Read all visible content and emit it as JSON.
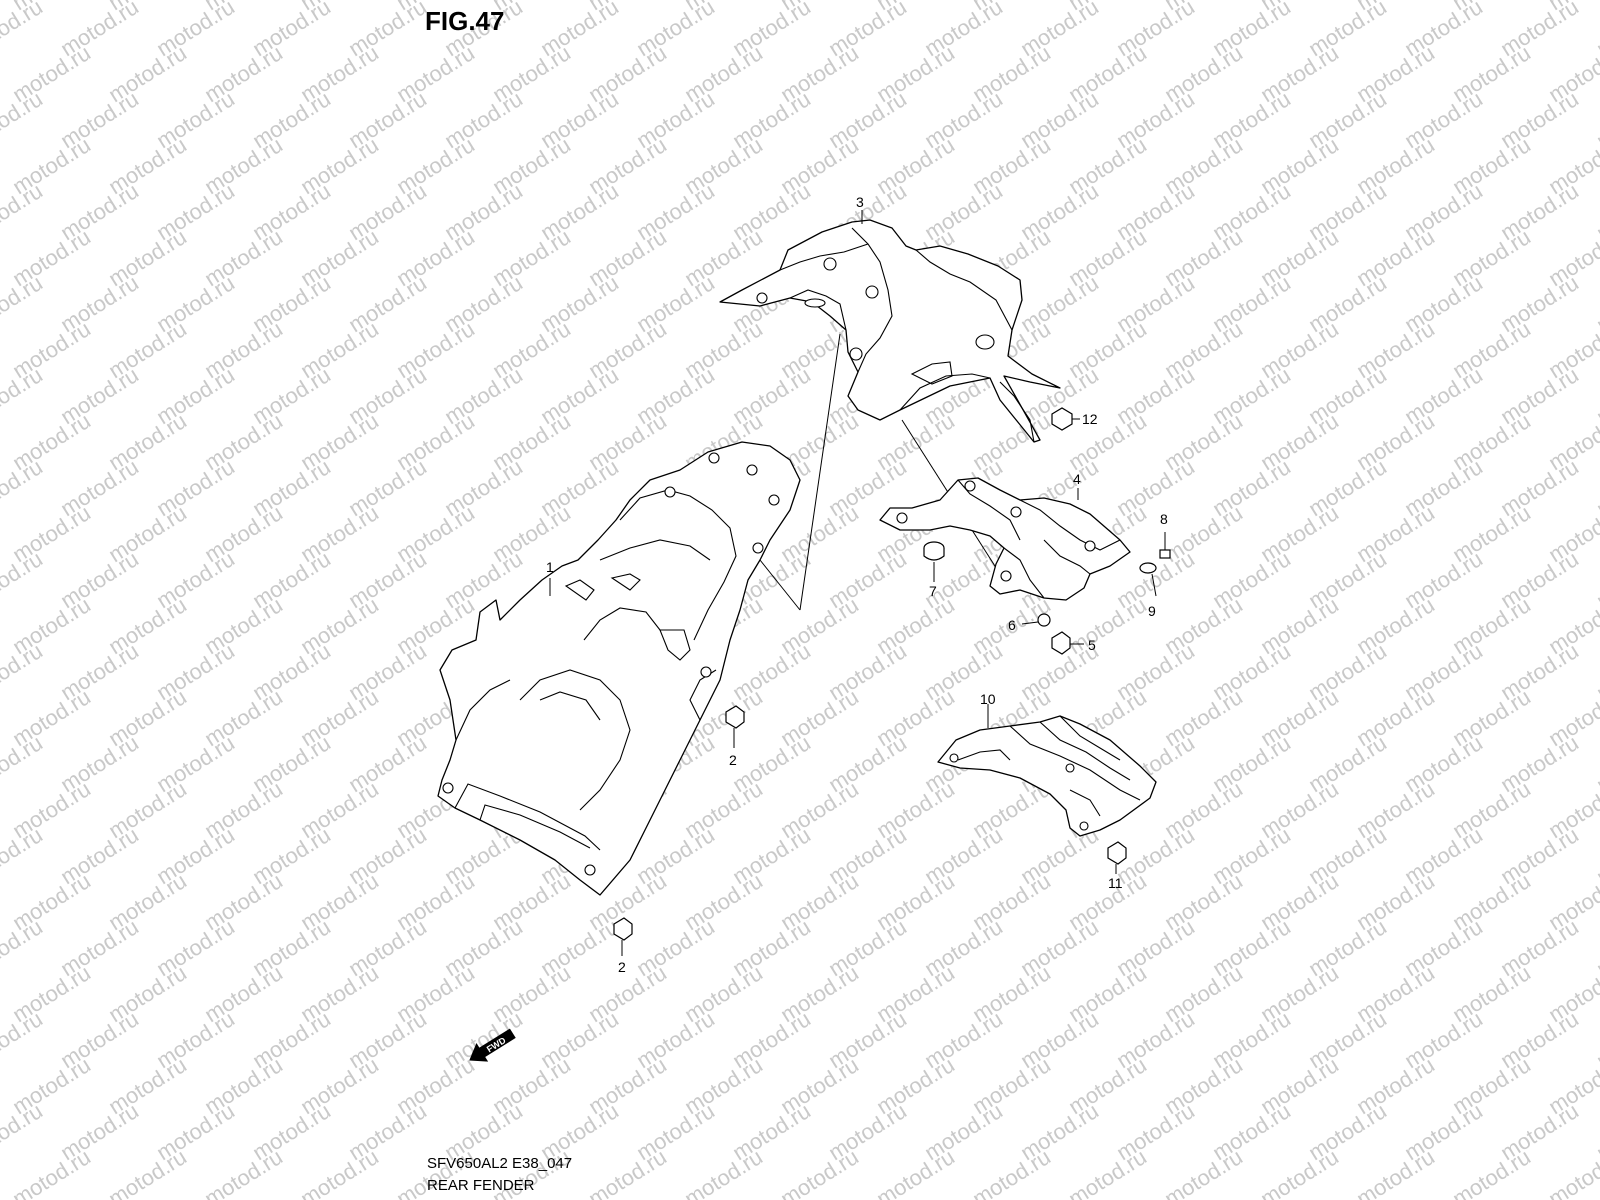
{
  "figure": {
    "title": "FIG.47"
  },
  "footer": {
    "code": "SFV650AL2 E38_047",
    "name": "REAR FENDER"
  },
  "watermark": {
    "text": "motod.ru",
    "color": "#c9c9c9"
  },
  "direction_marker": {
    "label": "FWD"
  },
  "callouts": [
    {
      "id": "c1",
      "label": "1"
    },
    {
      "id": "c2a",
      "label": "2"
    },
    {
      "id": "c2b",
      "label": "2"
    },
    {
      "id": "c3",
      "label": "3"
    },
    {
      "id": "c4",
      "label": "4"
    },
    {
      "id": "c5",
      "label": "5"
    },
    {
      "id": "c6",
      "label": "6"
    },
    {
      "id": "c7",
      "label": "7"
    },
    {
      "id": "c8",
      "label": "8"
    },
    {
      "id": "c9",
      "label": "9"
    },
    {
      "id": "c10",
      "label": "10"
    },
    {
      "id": "c11",
      "label": "11"
    },
    {
      "id": "c12",
      "label": "12"
    }
  ]
}
